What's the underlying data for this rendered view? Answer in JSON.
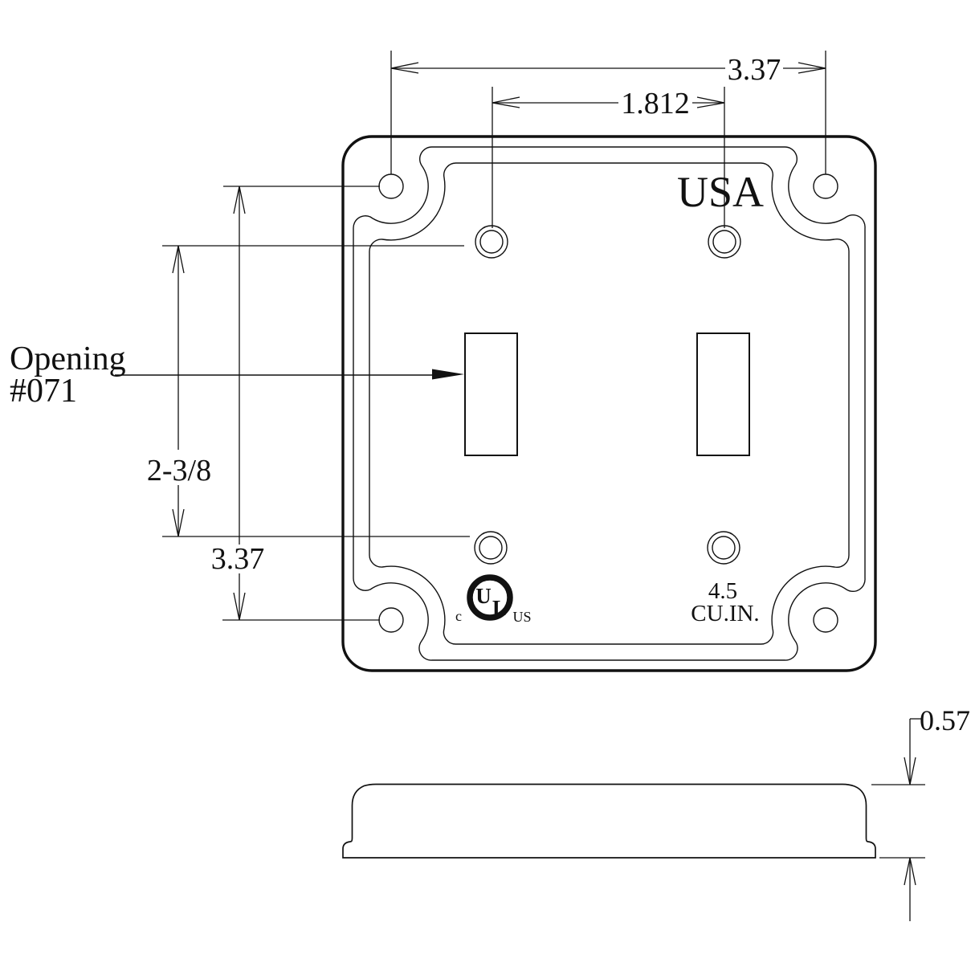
{
  "top_view": {
    "origin_label": "USA",
    "capacity": {
      "value": "4.5",
      "unit": "CU.IN."
    },
    "ul_listing": {
      "u": "U",
      "l": "L",
      "c": "c",
      "us": "US"
    }
  },
  "dimensions": {
    "overall_width": "3.37",
    "device_screw_spacing": "1.812",
    "overall_height": "3.37",
    "vertical_screw_spacing": "2-3/8",
    "cover_depth": "0.57"
  },
  "callout": {
    "line1": "Opening",
    "line2": "#071"
  }
}
